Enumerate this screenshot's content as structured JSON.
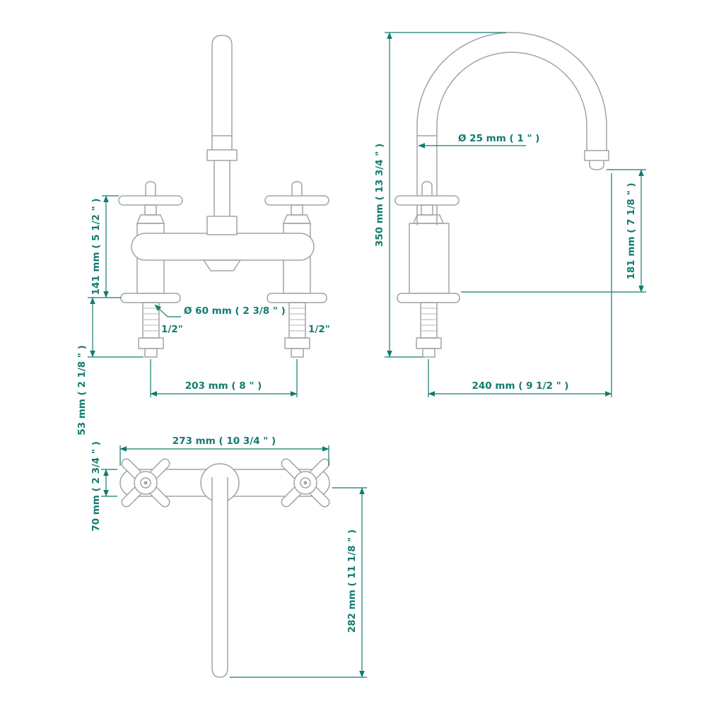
{
  "drawing": {
    "type": "faucet-technical-dimension-drawing",
    "views": [
      "front-view",
      "side-view",
      "top-view"
    ]
  },
  "colors": {
    "dimension_accent": "#117c6f",
    "product_line": "#a3a3a3",
    "background": "#ffffff"
  },
  "dimensions": {
    "front_handle_height": "141 mm ( 5 1/2 \" )",
    "front_shank_length": "53 mm ( 2 1/8 \" )",
    "front_base_diameter": "Ø 60 mm ( 2 3/8 \" )",
    "front_left_thread": "1/2\"",
    "front_right_thread": "1/2\"",
    "front_center_spread": "203 mm ( 8 \" )",
    "side_total_height": "350 mm ( 13 3/4 \" )",
    "side_spout_diameter": "Ø 25 mm ( 1 \" )",
    "side_outlet_height": "181 mm ( 7 1/8 \" )",
    "side_spout_reach": "240 mm ( 9 1/2 \" )",
    "top_total_width": "273 mm ( 10 3/4 \" )",
    "top_body_depth": "70 mm ( 2 3/4 \" )",
    "top_spout_length": "282 mm ( 11 1/8 \" )"
  }
}
